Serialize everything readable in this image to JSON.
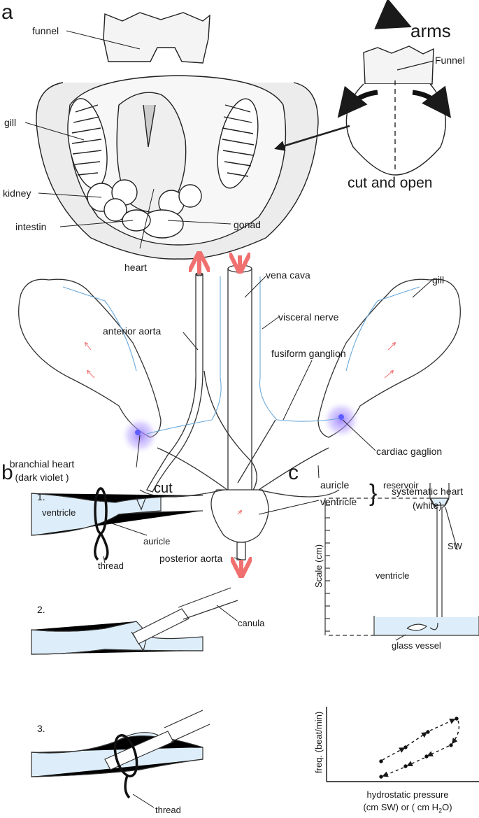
{
  "panels": {
    "a": "a",
    "b": "b",
    "c": "c"
  },
  "a_top": {
    "funnel": "funnel",
    "gill": "gill",
    "kidney": "kidney",
    "intestin": "intestin",
    "gonad": "gonad",
    "heart": "heart",
    "arms": "arms",
    "funnel_right": "Funnel",
    "cut_and_open": "cut and open"
  },
  "a_bottom": {
    "vena_cava": "vena cava",
    "gill": "gill",
    "anterior_aorta": "anterior aorta",
    "visceral_nerve": "visceral nerve",
    "fusiform_ganglion": "fusiform ganglion",
    "cardiac_gaglion": "cardiac gaglion",
    "branchial_heart": "branchial heart",
    "dark_violet": "(dark violet )",
    "auricle": "auricle",
    "ventricle": "ventricle",
    "systematic_heart": "systematic heart",
    "white": "(white)",
    "posterior_aorta": "posterior aorta"
  },
  "b": {
    "step1": "1.",
    "step2": "2.",
    "step3": "3.",
    "cut": "cut",
    "ventricle": "ventricle",
    "auricle": "auricle",
    "thread1": "thread",
    "canula": "canula",
    "thread3": "thread"
  },
  "c": {
    "reservoir": "reservoir",
    "scale": "Scale (cm)",
    "sw": "SW",
    "ventricle": "ventricle",
    "glass_vessel": "glass vessel",
    "freq": "freq. (beat/min)",
    "xlabel1": "hydrostatic pressure",
    "xlabel2_pre": "(cm SW) or ( cm H",
    "xlabel2_sub": "2",
    "xlabel2_post": "O)"
  },
  "colors": {
    "accent_red": "#f07070",
    "nerve_blue": "#6aa8d8",
    "violet": "#a58be8",
    "fill_blue": "#ddeefa"
  }
}
